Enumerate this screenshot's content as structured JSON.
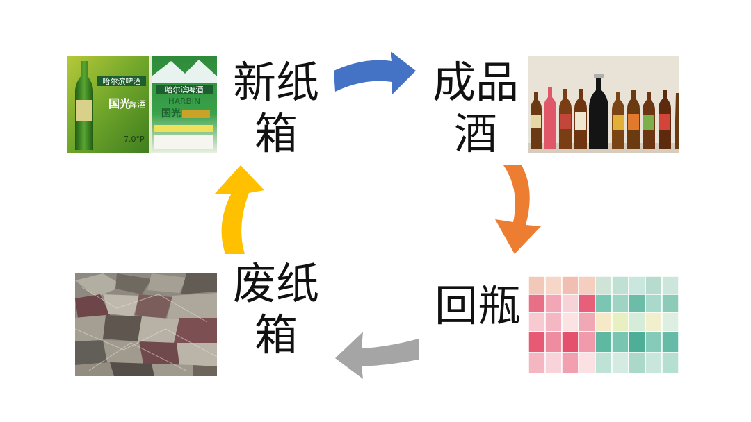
{
  "cycle": {
    "new_box": {
      "line1": "新纸",
      "line2": "箱"
    },
    "product": {
      "line1": "成品",
      "line2": "酒"
    },
    "recycle": {
      "line1": "回瓶",
      "line2": ""
    },
    "waste": {
      "line1": "废纸",
      "line2": "箱"
    }
  },
  "packaging": {
    "brand_cn": "哈尔滨啤酒",
    "brand_en": "HARBIN",
    "product_name": "国光",
    "product_suffix": "啤酒",
    "degree": "7.0°P"
  },
  "arrows": {
    "top": {
      "color": "#4472C4",
      "icon": "curved-arrow-right"
    },
    "right": {
      "color": "#ED7D31",
      "icon": "curved-arrow-down"
    },
    "bottom": {
      "color": "#A5A5A5",
      "icon": "curved-arrow-left"
    },
    "left": {
      "color": "#FFC000",
      "icon": "curved-arrow-up"
    }
  }
}
